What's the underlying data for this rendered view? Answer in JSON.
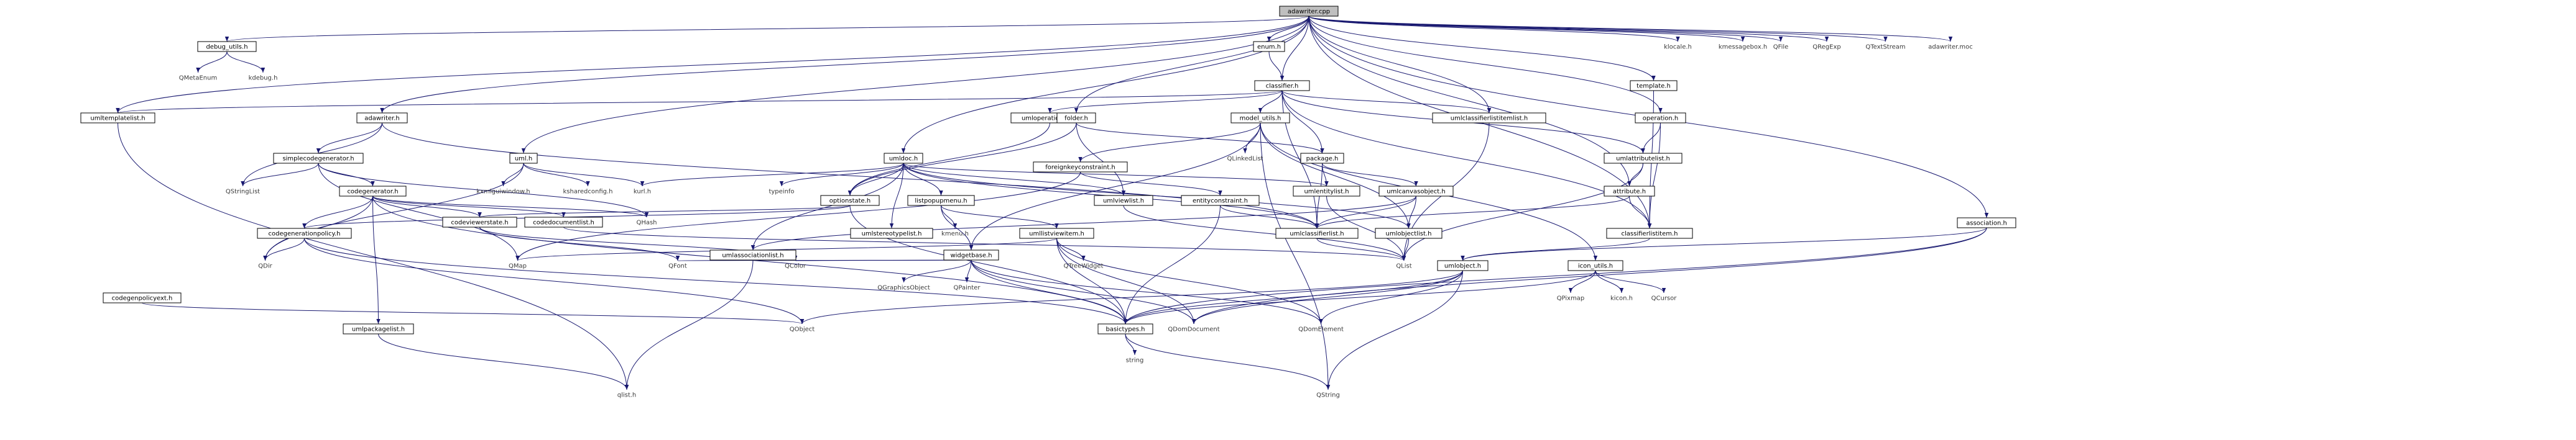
{
  "diagram": {
    "nodes": [
      {
        "id": "adawriter_cpp",
        "label": "adawriter.cpp",
        "kind": "root"
      },
      {
        "id": "debug_utils_h",
        "label": "debug_utils.h",
        "kind": "internal"
      },
      {
        "id": "enum_h",
        "label": "enum.h",
        "kind": "internal"
      },
      {
        "id": "kdebug_h",
        "label": "kdebug.h",
        "kind": "external"
      },
      {
        "id": "QMetaEnum",
        "label": "QMetaEnum",
        "kind": "external"
      },
      {
        "id": "klocale_h",
        "label": "klocale.h",
        "kind": "external"
      },
      {
        "id": "kmessagebox_h",
        "label": "kmessagebox.h",
        "kind": "external"
      },
      {
        "id": "QFile",
        "label": "QFile",
        "kind": "external"
      },
      {
        "id": "QRegExp",
        "label": "QRegExp",
        "kind": "external"
      },
      {
        "id": "QTextStream",
        "label": "QTextStream",
        "kind": "external"
      },
      {
        "id": "adawriter_moc",
        "label": "adawriter.moc",
        "kind": "external"
      },
      {
        "id": "classifier_h",
        "label": "classifier.h",
        "kind": "internal"
      },
      {
        "id": "template_h",
        "label": "template.h",
        "kind": "internal"
      },
      {
        "id": "umltemplatelist_h",
        "label": "umltemplatelist.h",
        "kind": "internal"
      },
      {
        "id": "adawriter_h",
        "label": "adawriter.h",
        "kind": "internal"
      },
      {
        "id": "umloperationlist_h",
        "label": "umloperationlist.h",
        "kind": "internal"
      },
      {
        "id": "folder_h",
        "label": "folder.h",
        "kind": "internal"
      },
      {
        "id": "model_utils_h",
        "label": "model_utils.h",
        "kind": "internal"
      },
      {
        "id": "umlclassifierlistitemlist_h",
        "label": "umlclassifierlistitemlist.h",
        "kind": "internal"
      },
      {
        "id": "operation_h",
        "label": "operation.h",
        "kind": "internal"
      },
      {
        "id": "simplecodegenerator_h",
        "label": "simplecodegenerator.h",
        "kind": "internal"
      },
      {
        "id": "uml_h",
        "label": "uml.h",
        "kind": "internal"
      },
      {
        "id": "QStringList",
        "label": "QStringList",
        "kind": "external"
      },
      {
        "id": "kxmlguiwindow_h",
        "label": "kxmlguiwindow.h",
        "kind": "external"
      },
      {
        "id": "ksharedconfig_h",
        "label": "ksharedconfig.h",
        "kind": "external"
      },
      {
        "id": "kurl_h",
        "label": "kurl.h",
        "kind": "external"
      },
      {
        "id": "umldoc_h",
        "label": "umldoc.h",
        "kind": "internal"
      },
      {
        "id": "QLinkedList",
        "label": "QLinkedList",
        "kind": "external"
      },
      {
        "id": "foreignkeyconstraint_h",
        "label": "foreignkeyconstraint.h",
        "kind": "internal"
      },
      {
        "id": "package_h",
        "label": "package.h",
        "kind": "internal"
      },
      {
        "id": "umlattributelist_h",
        "label": "umlattributelist.h",
        "kind": "internal"
      },
      {
        "id": "codegenerator_h",
        "label": "codegenerator.h",
        "kind": "internal"
      },
      {
        "id": "typeinfo",
        "label": "typeinfo",
        "kind": "external"
      },
      {
        "id": "optionstate_h",
        "label": "optionstate.h",
        "kind": "internal"
      },
      {
        "id": "listpopupmenu_h",
        "label": "listpopupmenu.h",
        "kind": "internal"
      },
      {
        "id": "umlviewlist_h",
        "label": "umlviewlist.h",
        "kind": "internal"
      },
      {
        "id": "entityconstraint_h",
        "label": "entityconstraint.h",
        "kind": "internal"
      },
      {
        "id": "umlentitylist_h",
        "label": "umlentitylist.h",
        "kind": "internal"
      },
      {
        "id": "umlcanvasobject_h",
        "label": "umlcanvasobject.h",
        "kind": "internal"
      },
      {
        "id": "attribute_h",
        "label": "attribute.h",
        "kind": "internal"
      },
      {
        "id": "association_h",
        "label": "association.h",
        "kind": "internal"
      },
      {
        "id": "QHash",
        "label": "QHash",
        "kind": "external"
      },
      {
        "id": "codeviewerstate_h",
        "label": "codeviewerstate.h",
        "kind": "internal"
      },
      {
        "id": "codedocumentlist_h",
        "label": "codedocumentlist.h",
        "kind": "internal"
      },
      {
        "id": "umlstereotypelist_h",
        "label": "umlstereotypelist.h",
        "kind": "internal"
      },
      {
        "id": "kmenu_h",
        "label": "kmenu.h",
        "kind": "external"
      },
      {
        "id": "umllistviewitem_h",
        "label": "umllistviewitem.h",
        "kind": "internal"
      },
      {
        "id": "umlclassifierlist_h",
        "label": "umlclassifierlist.h",
        "kind": "internal"
      },
      {
        "id": "umlobjectlist_h",
        "label": "umlobjectlist.h",
        "kind": "internal"
      },
      {
        "id": "classifierlistitem_h",
        "label": "classifierlistitem.h",
        "kind": "internal"
      },
      {
        "id": "codegenerationpolicy_h",
        "label": "codegenerationpolicy.h",
        "kind": "internal"
      },
      {
        "id": "umlassociationlist_h",
        "label": "umlassociationlist.h",
        "kind": "internal"
      },
      {
        "id": "widgetbase_h",
        "label": "widgetbase.h",
        "kind": "internal"
      },
      {
        "id": "QDir",
        "label": "QDir",
        "kind": "external"
      },
      {
        "id": "QMap",
        "label": "QMap",
        "kind": "external"
      },
      {
        "id": "QFont",
        "label": "QFont",
        "kind": "external"
      },
      {
        "id": "QColor",
        "label": "QColor",
        "kind": "external"
      },
      {
        "id": "QGraphicsObject",
        "label": "QGraphicsObject",
        "kind": "external"
      },
      {
        "id": "QPainter",
        "label": "QPainter",
        "kind": "external"
      },
      {
        "id": "QTreeWidget",
        "label": "QTreeWidget",
        "kind": "external"
      },
      {
        "id": "QList",
        "label": "QList",
        "kind": "external"
      },
      {
        "id": "umlobject_h",
        "label": "umlobject.h",
        "kind": "internal"
      },
      {
        "id": "icon_utils_h",
        "label": "icon_utils.h",
        "kind": "internal"
      },
      {
        "id": "codegenpolicyext_h",
        "label": "codegenpolicyext.h",
        "kind": "internal"
      },
      {
        "id": "umlpackagelist_h",
        "label": "umlpackagelist.h",
        "kind": "internal"
      },
      {
        "id": "QObject",
        "label": "QObject",
        "kind": "external"
      },
      {
        "id": "basictypes_h",
        "label": "basictypes.h",
        "kind": "internal"
      },
      {
        "id": "QDomDocument",
        "label": "QDomDocument",
        "kind": "external"
      },
      {
        "id": "QDomElement",
        "label": "QDomElement",
        "kind": "external"
      },
      {
        "id": "QPixmap",
        "label": "QPixmap",
        "kind": "external"
      },
      {
        "id": "kicon_h",
        "label": "kicon.h",
        "kind": "external"
      },
      {
        "id": "QCursor",
        "label": "QCursor",
        "kind": "external"
      },
      {
        "id": "string",
        "label": "string",
        "kind": "external"
      },
      {
        "id": "qlist_h",
        "label": "qlist.h",
        "kind": "external"
      },
      {
        "id": "QString",
        "label": "QString",
        "kind": "external"
      }
    ],
    "edges": [
      [
        "adawriter_cpp",
        "debug_utils_h"
      ],
      [
        "adawriter_cpp",
        "enum_h"
      ],
      [
        "adawriter_cpp",
        "klocale_h"
      ],
      [
        "adawriter_cpp",
        "kmessagebox_h"
      ],
      [
        "adawriter_cpp",
        "QFile"
      ],
      [
        "adawriter_cpp",
        "QRegExp"
      ],
      [
        "adawriter_cpp",
        "QTextStream"
      ],
      [
        "adawriter_cpp",
        "adawriter_moc"
      ],
      [
        "adawriter_cpp",
        "classifier_h"
      ],
      [
        "adawriter_cpp",
        "template_h"
      ],
      [
        "adawriter_cpp",
        "umltemplatelist_h"
      ],
      [
        "adawriter_cpp",
        "adawriter_h"
      ],
      [
        "adawriter_cpp",
        "umlclassifierlistitemlist_h"
      ],
      [
        "adawriter_cpp",
        "operation_h"
      ],
      [
        "adawriter_cpp",
        "uml_h"
      ],
      [
        "adawriter_cpp",
        "umldoc_h"
      ],
      [
        "adawriter_cpp",
        "attribute_h"
      ],
      [
        "adawriter_cpp",
        "association_h"
      ],
      [
        "adawriter_cpp",
        "folder_h"
      ],
      [
        "adawriter_cpp",
        "classifierlistitem_h"
      ],
      [
        "debug_utils_h",
        "kdebug_h"
      ],
      [
        "debug_utils_h",
        "QMetaEnum"
      ],
      [
        "enum_h",
        "classifier_h"
      ],
      [
        "classifier_h",
        "umltemplatelist_h"
      ],
      [
        "classifier_h",
        "umloperationlist_h"
      ],
      [
        "classifier_h",
        "model_utils_h"
      ],
      [
        "classifier_h",
        "umlclassifierlistitemlist_h"
      ],
      [
        "classifier_h",
        "package_h"
      ],
      [
        "classifier_h",
        "umlattributelist_h"
      ],
      [
        "classifier_h",
        "classifierlistitem_h"
      ],
      [
        "classifier_h",
        "umlclassifierlist_h"
      ],
      [
        "template_h",
        "classifierlistitem_h"
      ],
      [
        "umltemplatelist_h",
        "qlist_h"
      ],
      [
        "adawriter_h",
        "simplecodegenerator_h"
      ],
      [
        "adawriter_h",
        "QStringList"
      ],
      [
        "adawriter_h",
        "umlclassifierlist_h"
      ],
      [
        "umloperationlist_h",
        "optionstate_h"
      ],
      [
        "folder_h",
        "package_h"
      ],
      [
        "folder_h",
        "umlviewlist_h"
      ],
      [
        "folder_h",
        "optionstate_h"
      ],
      [
        "model_utils_h",
        "QLinkedList"
      ],
      [
        "model_utils_h",
        "foreignkeyconstraint_h"
      ],
      [
        "model_utils_h",
        "widgetbase_h"
      ],
      [
        "model_utils_h",
        "umlobjectlist_h"
      ],
      [
        "model_utils_h",
        "icon_utils_h"
      ],
      [
        "model_utils_h",
        "QString"
      ],
      [
        "umlclassifierlistitemlist_h",
        "QList"
      ],
      [
        "operation_h",
        "umlattributelist_h"
      ],
      [
        "operation_h",
        "classifierlistitem_h"
      ],
      [
        "simplecodegenerator_h",
        "QStringList"
      ],
      [
        "simplecodegenerator_h",
        "codegenerator_h"
      ],
      [
        "simplecodegenerator_h",
        "QMap"
      ],
      [
        "simplecodegenerator_h",
        "QHash"
      ],
      [
        "uml_h",
        "kxmlguiwindow_h"
      ],
      [
        "uml_h",
        "ksharedconfig_h"
      ],
      [
        "uml_h",
        "kurl_h"
      ],
      [
        "uml_h",
        "QDir"
      ],
      [
        "umldoc_h",
        "kurl_h"
      ],
      [
        "umldoc_h",
        "typeinfo"
      ],
      [
        "umldoc_h",
        "optionstate_h"
      ],
      [
        "umldoc_h",
        "listpopupmenu_h"
      ],
      [
        "umldoc_h",
        "umlviewlist_h"
      ],
      [
        "umldoc_h",
        "umlstereotypelist_h"
      ],
      [
        "umldoc_h",
        "umlassociationlist_h"
      ],
      [
        "umldoc_h",
        "umlclassifierlist_h"
      ],
      [
        "umldoc_h",
        "umlentitylist_h"
      ],
      [
        "umldoc_h",
        "umlobjectlist_h"
      ],
      [
        "foreignkeyconstraint_h",
        "entityconstraint_h"
      ],
      [
        "foreignkeyconstraint_h",
        "QMap"
      ],
      [
        "package_h",
        "umlentitylist_h"
      ],
      [
        "package_h",
        "umlcanvasobject_h"
      ],
      [
        "package_h",
        "umlclassifierlist_h"
      ],
      [
        "umlattributelist_h",
        "attribute_h"
      ],
      [
        "umlattributelist_h",
        "QList"
      ],
      [
        "codegenerator_h",
        "codeviewerstate_h"
      ],
      [
        "codegenerator_h",
        "codedocumentlist_h"
      ],
      [
        "codegenerator_h",
        "codegenerationpolicy_h"
      ],
      [
        "codegenerator_h",
        "QHash"
      ],
      [
        "codegenerator_h",
        "QDir"
      ],
      [
        "codegenerator_h",
        "umlpackagelist_h"
      ],
      [
        "codegenerator_h",
        "basictypes_h"
      ],
      [
        "optionstate_h",
        "codeviewerstate_h"
      ],
      [
        "optionstate_h",
        "codegenerationpolicy_h"
      ],
      [
        "optionstate_h",
        "basictypes_h"
      ],
      [
        "listpopupmenu_h",
        "kmenu_h"
      ],
      [
        "listpopupmenu_h",
        "umllistviewitem_h"
      ],
      [
        "listpopupmenu_h",
        "widgetbase_h"
      ],
      [
        "umlviewlist_h",
        "QList"
      ],
      [
        "entityconstraint_h",
        "umlclassifierlist_h"
      ],
      [
        "entityconstraint_h",
        "basictypes_h"
      ],
      [
        "umlentitylist_h",
        "QList"
      ],
      [
        "umlcanvasobject_h",
        "umlassociationlist_h"
      ],
      [
        "umlcanvasobject_h",
        "umlobjectlist_h"
      ],
      [
        "umlcanvasobject_h",
        "umlclassifierlist_h"
      ],
      [
        "attribute_h",
        "classifierlistitem_h"
      ],
      [
        "attribute_h",
        "umlclassifierlist_h"
      ],
      [
        "association_h",
        "umlobject_h"
      ],
      [
        "association_h",
        "basictypes_h"
      ],
      [
        "association_h",
        "QDomDocument"
      ],
      [
        "codeviewerstate_h",
        "QFont"
      ],
      [
        "codeviewerstate_h",
        "QColor"
      ],
      [
        "codedocumentlist_h",
        "QList"
      ],
      [
        "umllistviewitem_h",
        "QTreeWidget"
      ],
      [
        "umllistviewitem_h",
        "QMap"
      ],
      [
        "umllistviewitem_h",
        "basictypes_h"
      ],
      [
        "umllistviewitem_h",
        "QDomDocument"
      ],
      [
        "umllistviewitem_h",
        "QDomElement"
      ],
      [
        "umlclassifierlist_h",
        "QList"
      ],
      [
        "umlobjectlist_h",
        "QList"
      ],
      [
        "classifierlistitem_h",
        "umlobject_h"
      ],
      [
        "codegenerationpolicy_h",
        "QDir"
      ],
      [
        "codegenerationpolicy_h",
        "QObject"
      ],
      [
        "codegenerationpolicy_h",
        "basictypes_h"
      ],
      [
        "umlassociationlist_h",
        "qlist_h"
      ],
      [
        "widgetbase_h",
        "QColor"
      ],
      [
        "widgetbase_h",
        "QFont"
      ],
      [
        "widgetbase_h",
        "QGraphicsObject"
      ],
      [
        "widgetbase_h",
        "QPainter"
      ],
      [
        "widgetbase_h",
        "basictypes_h"
      ],
      [
        "widgetbase_h",
        "QDomDocument"
      ],
      [
        "widgetbase_h",
        "QDomElement"
      ],
      [
        "umlobject_h",
        "QObject"
      ],
      [
        "umlobject_h",
        "basictypes_h"
      ],
      [
        "umlobject_h",
        "QDomDocument"
      ],
      [
        "umlobject_h",
        "QDomElement"
      ],
      [
        "umlobject_h",
        "QString"
      ],
      [
        "icon_utils_h",
        "QPixmap"
      ],
      [
        "icon_utils_h",
        "kicon_h"
      ],
      [
        "icon_utils_h",
        "QCursor"
      ],
      [
        "icon_utils_h",
        "basictypes_h"
      ],
      [
        "codegenpolicyext_h",
        "QObject"
      ],
      [
        "umlpackagelist_h",
        "qlist_h"
      ],
      [
        "basictypes_h",
        "string"
      ],
      [
        "basictypes_h",
        "QString"
      ]
    ]
  }
}
